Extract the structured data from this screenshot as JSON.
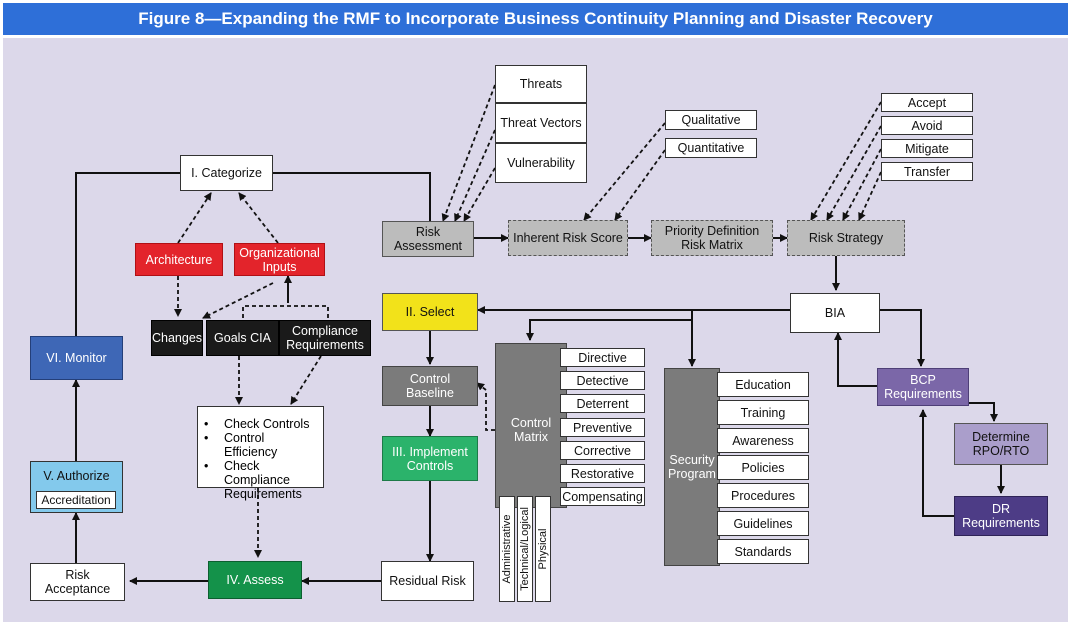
{
  "title": "Figure 8—Expanding the RMF to Incorporate Business Continuity Planning and Disaster Recovery",
  "nodes": {
    "categorize": "I. Categorize",
    "select": "II. Select",
    "implement": "III. Implement Controls",
    "assess": "IV. Assess",
    "authorize": "V. Authorize",
    "accreditation": "Accreditation",
    "monitor": "VI. Monitor",
    "architecture": "Architecture",
    "org_inputs": "Organizational Inputs",
    "changes": "Changes",
    "goals": "Goals CIA",
    "compliance": "Compliance Requirements",
    "risk_assessment": "Risk Assessment",
    "threats": "Threats",
    "threat_vectors": "Threat Vectors",
    "vulnerability": "Vulnerability",
    "qualitative": "Qualitative",
    "quantitative": "Quantitative",
    "inherent_risk": "Inherent Risk Score",
    "priority_matrix": "Priority Definition Risk Matrix",
    "risk_strategy": "Risk Strategy",
    "accept": "Accept",
    "avoid": "Avoid",
    "mitigate": "Mitigate",
    "transfer": "Transfer",
    "bia": "BIA",
    "control_baseline": "Control Baseline",
    "control_matrix": "Control Matrix",
    "security_program": "Security Program",
    "bcp": "BCP Requirements",
    "rpo_rto": "Determine RPO/RTO",
    "dr": "DR Requirements",
    "residual_risk": "Residual Risk",
    "risk_acceptance": "Risk Acceptance"
  },
  "checks": [
    "Check Controls",
    "Control Efficiency",
    "Check Compliance Requirements"
  ],
  "control_types": [
    "Directive",
    "Detective",
    "Deterrent",
    "Preventive",
    "Corrective",
    "Restorative",
    "Compensating"
  ],
  "control_categories": [
    "Administrative",
    "Technical/Logical",
    "Physical"
  ],
  "program_items": [
    "Education",
    "Training",
    "Awareness",
    "Policies",
    "Procedures",
    "Guidelines",
    "Standards"
  ]
}
